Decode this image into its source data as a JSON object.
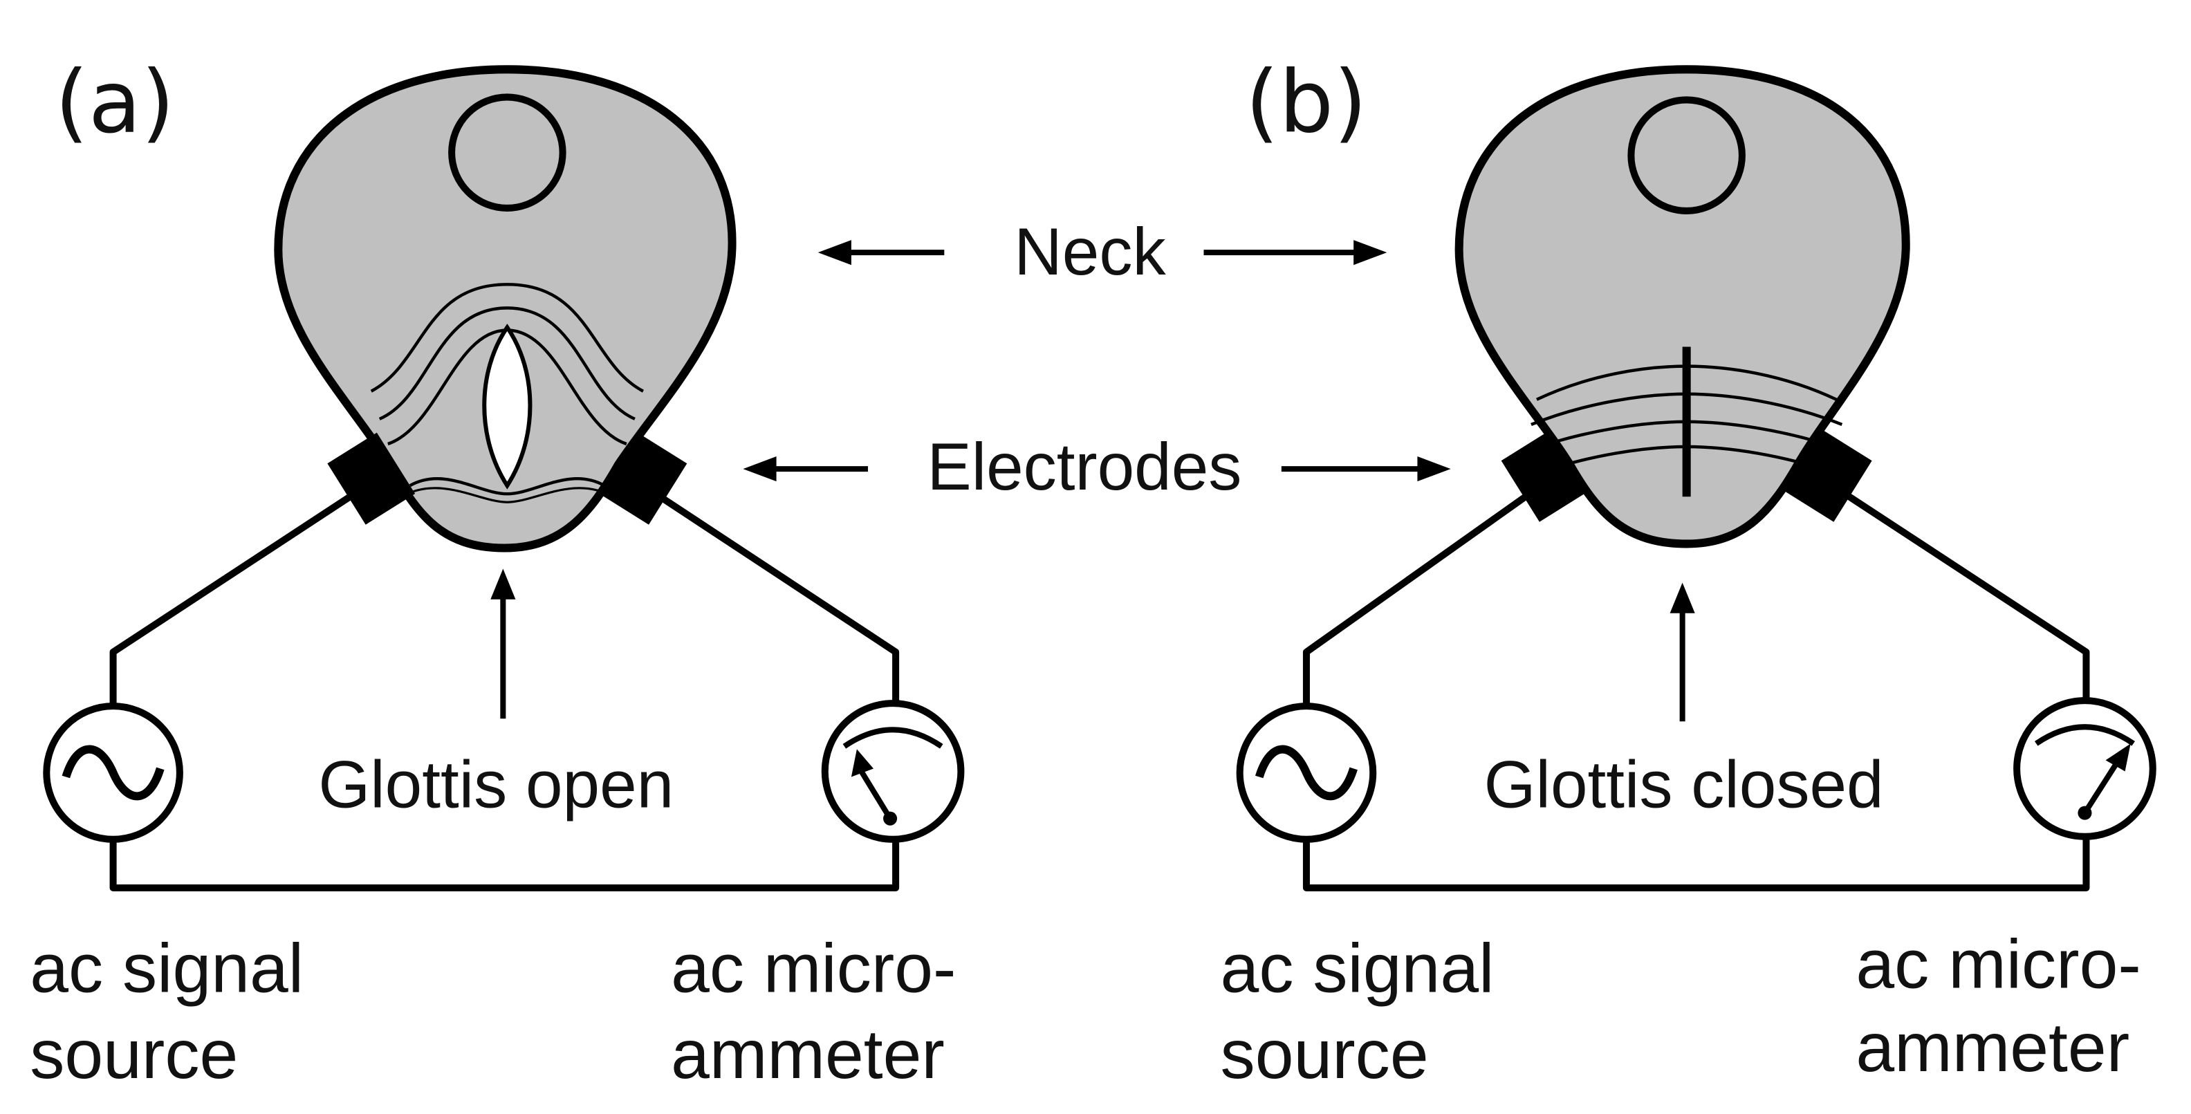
{
  "panels": {
    "a": {
      "label": "(a)",
      "glottis_label": "Glottis open",
      "source_label": [
        "ac signal",
        "source"
      ],
      "meter_label": [
        "ac micro-",
        "ammeter"
      ]
    },
    "b": {
      "label": "(b)",
      "glottis_label": "Glottis closed",
      "source_label": [
        "ac signal",
        "source"
      ],
      "meter_label": [
        "ac micro-",
        "ammeter"
      ]
    }
  },
  "center_labels": {
    "neck": "Neck",
    "electrodes": "Electrodes"
  },
  "icons": {
    "signal_source": "sine-wave-icon",
    "meter": "ammeter-dial-icon"
  },
  "colors": {
    "neck_fill": "#c0c0c0",
    "stroke": "#000000",
    "glottis_open_fill": "#ffffff",
    "background": "#ffffff"
  }
}
